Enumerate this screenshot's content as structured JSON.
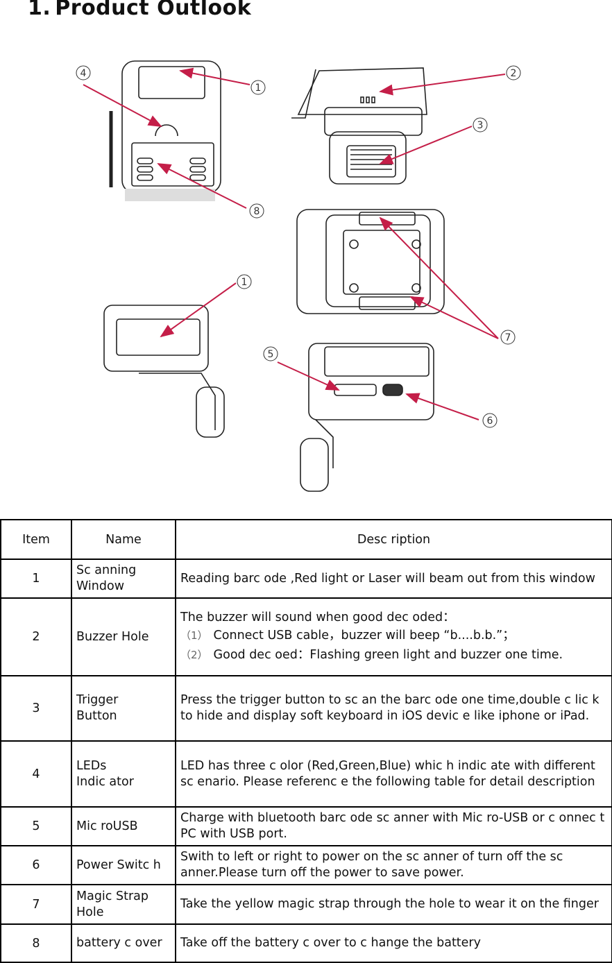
{
  "section": {
    "number": "1.",
    "title": "Product Outlook"
  },
  "figure": {
    "callouts": [
      "1",
      "2",
      "3",
      "4",
      "5",
      "6",
      "7",
      "8"
    ],
    "marks": [
      "Scanning Window",
      "Buzzer Hole",
      "Trigger Button",
      "LEDs Indicator",
      "MicroUSB",
      "Power Switch",
      "Magic Strap Hole",
      "battery cover"
    ]
  },
  "table": {
    "headers": {
      "item": "Item",
      "name": "Name",
      "description": "Desc ription"
    },
    "rows": [
      {
        "item": "1",
        "name": "Sc anning\nWindow",
        "description": "Reading barc ode ,Red light or Laser will beam out from this window"
      },
      {
        "item": "2",
        "name": "Buzzer Hole",
        "description": "The buzzer will sound when good dec oded：",
        "sub": [
          {
            "mark": "（1）",
            "text": "Connect  USB cable，buzzer will beep “b....b.b.”；"
          },
          {
            "mark": "（2）",
            "text": "Good dec oed：Flashing green light and buzzer one time."
          }
        ]
      },
      {
        "item": "3",
        "name": "Trigger\nButton",
        "description": "Press the trigger button to sc an the barc ode one time,double c lic k to hide and display soft keyboard in iOS devic e like iphone or iPad."
      },
      {
        "item": "4",
        "name": "LEDs\nIndic ator",
        "description": "LED has three c olor (Red,Green,Blue) whic h indic ate with different sc enario. Please referenc e the following table for detail description"
      },
      {
        "item": "5",
        "name": "Mic roUSB",
        "description": "Charge with bluetooth barc ode sc anner with Mic ro-USB or c onnec t PC with USB port."
      },
      {
        "item": "6",
        "name": "Power Switc h",
        "description": "Swith to left or right to power on the sc anner of turn off the sc anner.Please turn off the power to save power."
      },
      {
        "item": "7",
        "name": "Magic Strap\nHole",
        "description": "Take the yellow magic strap through the hole to wear it on the finger"
      },
      {
        "item": "8",
        "name": "battery c over",
        "description": "Take off the battery c over to c hange the battery"
      }
    ]
  },
  "colors": {
    "arrow": "#c41e48",
    "line": "#222222"
  }
}
